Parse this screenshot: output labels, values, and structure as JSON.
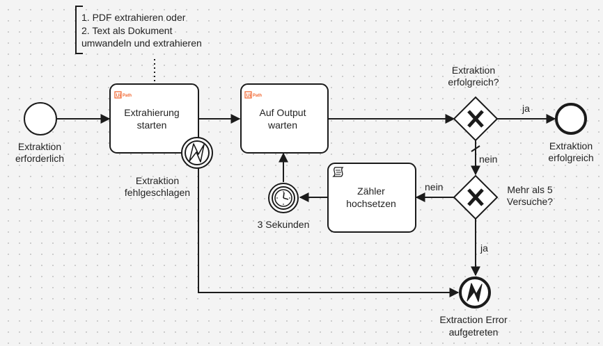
{
  "colors": {
    "uipath_brand": "#f26a35",
    "line": "#1b1b1b",
    "task_fill": "#ffffff",
    "canvas": "#f4f4f4"
  },
  "annotation": {
    "line1": "1. PDF extrahieren oder",
    "line2": "2. Text als Dokument",
    "line3": "umwandeln und extrahieren"
  },
  "start_event": {
    "line1": "Extraktion",
    "line2": "erforderlich"
  },
  "task_extract": {
    "line1": "Extrahierung",
    "line2": "starten",
    "logo_text": "Path",
    "icon": "uipath-logo"
  },
  "task_wait": {
    "line1": "Auf Output",
    "line2": "warten",
    "logo_text": "Path",
    "icon": "uipath-logo"
  },
  "task_counter": {
    "line1": "Zähler",
    "line2": "hochsetzen",
    "icon": "script-icon"
  },
  "boundary_error": {
    "line1": "Extraktion",
    "line2": "fehlgeschlagen",
    "icon": "error-bolt-icon"
  },
  "timer_event": {
    "label": "3 Sekunden",
    "icon": "clock-icon"
  },
  "gateway_success": {
    "line1": "Extraktion",
    "line2": "erfolgreich?",
    "yes_label": "ja",
    "no_label": "nein"
  },
  "gateway_retries": {
    "line1": "Mehr als 5",
    "line2": "Versuche?",
    "no_label": "nein",
    "yes_label": "ja"
  },
  "end_success": {
    "line1": "Extraktion",
    "line2": "erfolgreich"
  },
  "end_error": {
    "line1": "Extraction Error",
    "line2": "aufgetreten",
    "icon": "error-bolt-icon"
  }
}
